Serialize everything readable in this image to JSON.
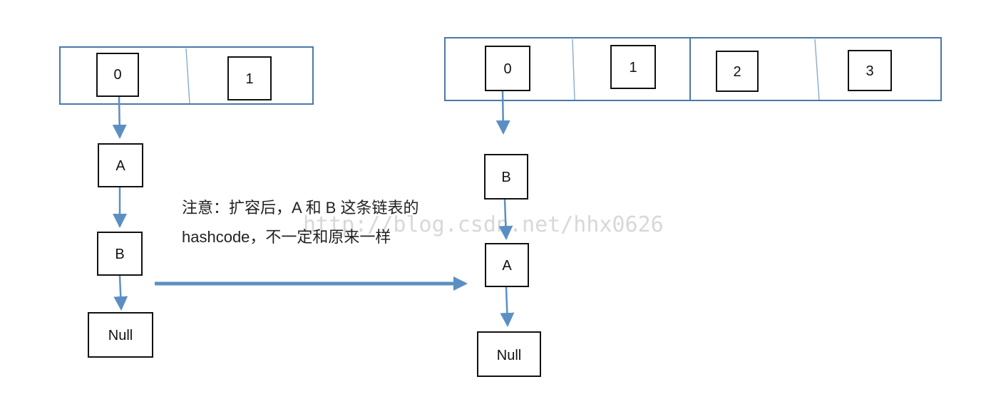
{
  "before": {
    "buckets": [
      "0",
      "1"
    ],
    "chain": [
      "A",
      "B",
      "Null"
    ]
  },
  "after": {
    "buckets": [
      "0",
      "1",
      "2",
      "3"
    ],
    "chain": [
      "B",
      "A",
      "Null"
    ]
  },
  "note": {
    "line1": "注意：扩容后，A 和 B 这条链表的",
    "line2": "hashcode，不一定和原来一样"
  },
  "watermark": "http://blog.csdn.net/hhx0626",
  "colors": {
    "table_border": "#4a78a8",
    "arrow": "#5b8fc4",
    "box_border": "#111111",
    "watermark": "#d8d8d8"
  }
}
